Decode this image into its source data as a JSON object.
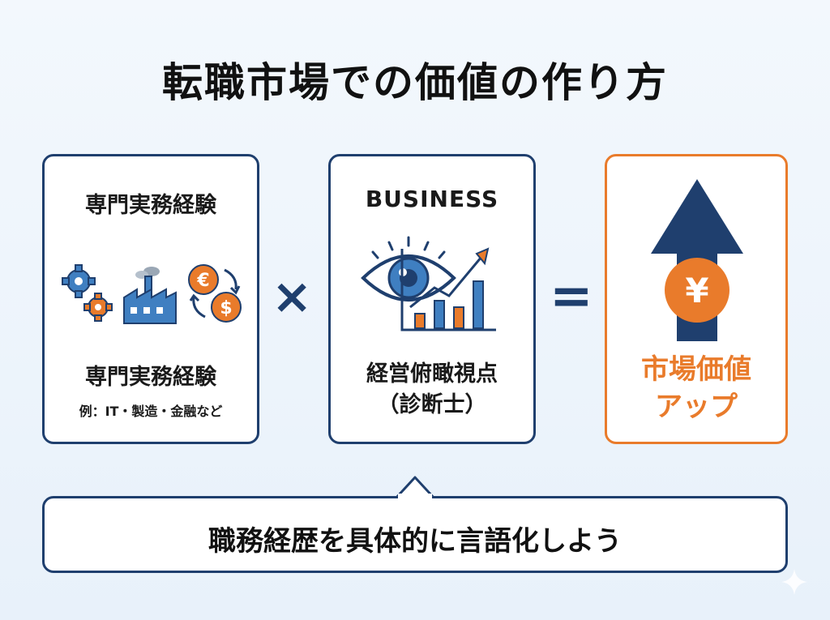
{
  "title": "転職市場での価値の作り方",
  "cards": {
    "expertise": {
      "heading": "専門実務経験",
      "label": "専門実務経験",
      "example": "例：IT・製造・金融など",
      "icons": [
        "gears-icon",
        "factory-icon",
        "currency-exchange-icon"
      ]
    },
    "business": {
      "heading": "BUSINESS",
      "label_line1": "経営俯瞰視点",
      "label_line2": "（診断士）",
      "icons": [
        "eye-icon",
        "growth-chart-icon"
      ]
    },
    "value": {
      "label_line1": "市場価値",
      "label_line2": "アップ",
      "icons": [
        "up-arrow-icon",
        "yen-coin-icon"
      ],
      "coin_symbol": "¥"
    }
  },
  "operators": {
    "times": "×",
    "equals": "="
  },
  "callout": {
    "text": "職務経歴を具体的に言語化しよう"
  },
  "colors": {
    "navy": "#1f3f6e",
    "orange": "#e97b2b",
    "blue": "#3f7fc1"
  }
}
